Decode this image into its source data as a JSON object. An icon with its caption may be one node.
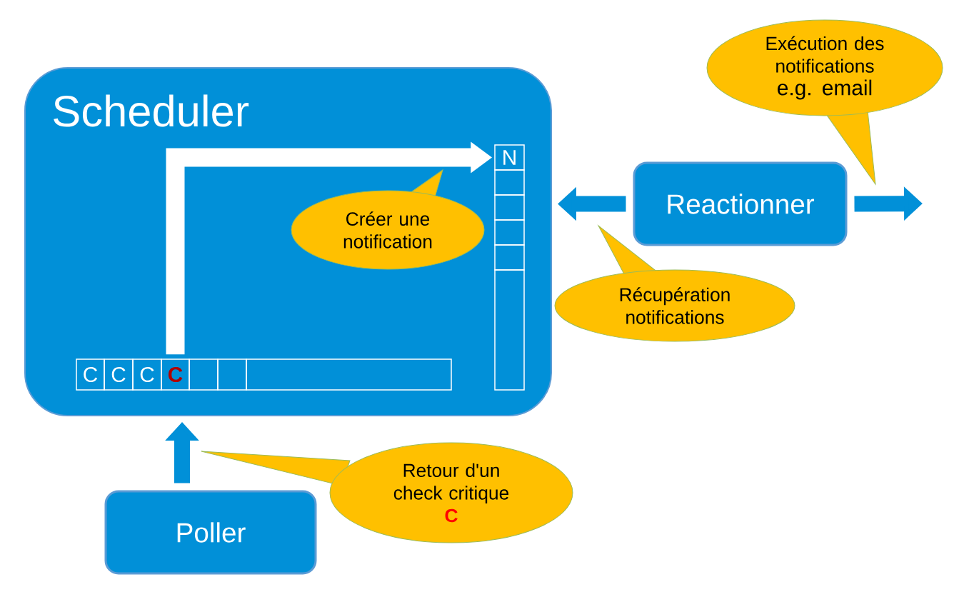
{
  "diagram": {
    "nodes": [
      {
        "text": [
          "Scheduler"
        ]
      },
      {
        "text": [
          "C"
        ],
        "in": 0
      },
      {
        "text": [
          "C"
        ],
        "in": 0
      },
      {
        "text": [
          "C"
        ],
        "in": 0
      },
      {
        "text": [
          "C"
        ],
        "in": 0
      },
      {
        "text": [],
        "shape": "box",
        "in": 0
      },
      {
        "text": [],
        "shape": "box",
        "in": 0
      },
      {
        "text": [],
        "shape": "box",
        "in": 0
      },
      {
        "text": [
          "N"
        ],
        "in": 0
      },
      {
        "text": [],
        "shape": "box",
        "in": 0
      },
      {
        "text": [],
        "shape": "box",
        "in": 0
      },
      {
        "text": [],
        "shape": "box",
        "in": 0
      },
      {
        "text": [],
        "shape": "box",
        "in": 0
      },
      {
        "text": [],
        "shape": "box",
        "in": 0
      },
      {
        "text": [
          "Reactionner"
        ]
      },
      {
        "text": [
          "Poller"
        ]
      },
      {
        "text": [
          "Créer une notification"
        ],
        "in": 0
      },
      {
        "text": [
          "Récupération notifications"
        ]
      },
      {
        "text": [
          "Exécution des notifications",
          "e.g.  email"
        ]
      },
      {
        "text": [
          "Retour d'un check critique",
          "C"
        ]
      }
    ],
    "edges": [
      {
        "from": 4,
        "to": 8,
        "arrow": "to",
        "color": "#ffffff"
      },
      {
        "from": 14,
        "to": 0,
        "arrow": "to"
      },
      {
        "from": 14,
        "to": null,
        "arrow": "to"
      },
      {
        "from": 15,
        "to": 0,
        "arrow": "to"
      }
    ]
  }
}
